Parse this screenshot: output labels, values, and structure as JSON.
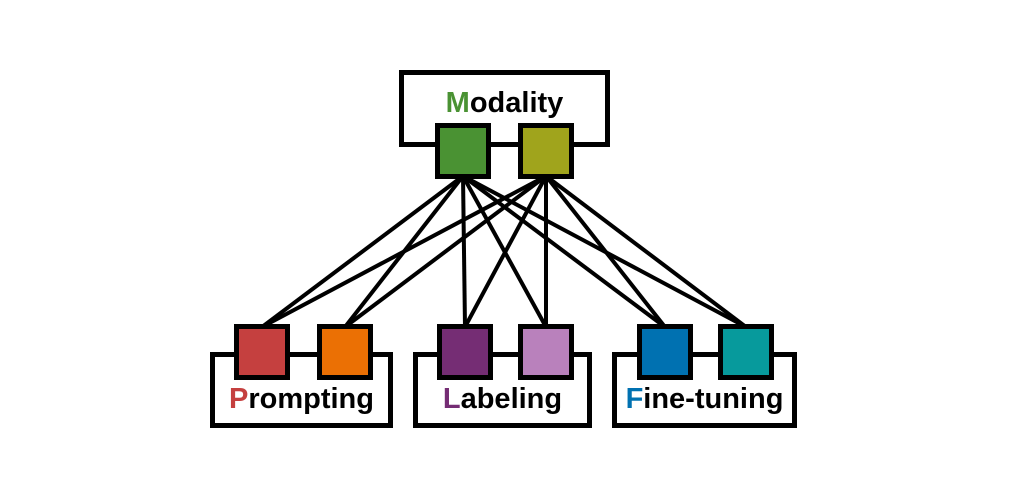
{
  "nodes": {
    "modality": {
      "label_first": "M",
      "label_rest": "odality",
      "letter_color": "#4a9233"
    },
    "prompting": {
      "label_first": "P",
      "label_rest": "rompting",
      "letter_color": "#c5403f"
    },
    "labeling": {
      "label_first": "L",
      "label_rest": "abeling",
      "letter_color": "#752d74"
    },
    "finetuning": {
      "label_first": "F",
      "label_rest": "ine-tuning",
      "letter_color": "#0071b1"
    }
  },
  "squares": {
    "modality_green": {
      "color": "#4a9233"
    },
    "modality_olive": {
      "color": "#a0a41c"
    },
    "prompting_red": {
      "color": "#c5403f"
    },
    "prompting_orange": {
      "color": "#eb7004"
    },
    "labeling_dark_purple": {
      "color": "#752d74"
    },
    "labeling_light_purple": {
      "color": "#b981bc"
    },
    "finetuning_blue": {
      "color": "#0071b1"
    },
    "finetuning_teal": {
      "color": "#079a9c"
    }
  },
  "edges": {
    "color": "#000000",
    "width": 4,
    "pairs": [
      [
        "modality_green",
        "prompting_red"
      ],
      [
        "modality_green",
        "prompting_orange"
      ],
      [
        "modality_green",
        "labeling_dark_purple"
      ],
      [
        "modality_green",
        "labeling_light_purple"
      ],
      [
        "modality_green",
        "finetuning_blue"
      ],
      [
        "modality_green",
        "finetuning_teal"
      ],
      [
        "modality_olive",
        "prompting_red"
      ],
      [
        "modality_olive",
        "prompting_orange"
      ],
      [
        "modality_olive",
        "labeling_dark_purple"
      ],
      [
        "modality_olive",
        "labeling_light_purple"
      ],
      [
        "modality_olive",
        "finetuning_blue"
      ],
      [
        "modality_olive",
        "finetuning_teal"
      ]
    ]
  }
}
